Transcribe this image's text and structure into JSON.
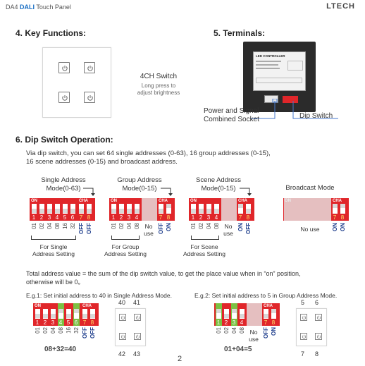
{
  "header": {
    "model": "DA4",
    "dali": "DALI",
    "product": "Touch Panel",
    "brand": "LTECH"
  },
  "key_functions": {
    "title": "4. Key Functions:",
    "label": "4CH Switch",
    "hint_line1": "Long press to",
    "hint_line2": "adjust brightness"
  },
  "terminals": {
    "title": "5. Terminals:",
    "device_label": "LED CONTROLLER",
    "socket_line1": "Power and Signal",
    "socket_line2": "Combined Socket",
    "dip_label": "Dip Switch"
  },
  "dip_operation": {
    "title": "6. Dip Switch Operation:",
    "intro_line1": "Via dip switch, you can set 64 single addresses (0-63), 16 group addresses (0-15),",
    "intro_line2": "16 scene addresses (0-15) and broadcast address.",
    "on": "ON",
    "cha": "CHA",
    "single": {
      "title1": "Single Address",
      "title2": "Mode(0-63)",
      "labels": [
        "01",
        "02",
        "04",
        "08",
        "16",
        "32",
        "OFF",
        "OFF"
      ],
      "cap1": "For Single",
      "cap2": "Address Setting"
    },
    "group": {
      "title1": "Group Address",
      "title2": "Mode(0-15)",
      "labels": [
        "01",
        "02",
        "04",
        "08",
        "OFF",
        "ON"
      ],
      "nouse1": "No",
      "nouse2": "use",
      "cap1": "For Group",
      "cap2": "Address Setting"
    },
    "scene": {
      "title1": "Scene Address",
      "title2": "Mode(0-15)",
      "labels": [
        "01",
        "02",
        "04",
        "08",
        "ON",
        "OFF"
      ],
      "nouse1": "No",
      "nouse2": "use",
      "cap1": "For Scene",
      "cap2": "Address Setting"
    },
    "broadcast": {
      "title": "Broadcast Mode",
      "nouse": "No use",
      "labels": [
        "ON",
        "ON"
      ]
    },
    "numbers": [
      "1",
      "2",
      "3",
      "4",
      "5",
      "6",
      "7",
      "8"
    ],
    "total_line1": "Total address value = the sum of the dip switch value, to get the place value when in “on” position,",
    "total_line2": "otherwise will be 0。"
  },
  "examples": {
    "eg1": {
      "title": "E.g.1: Set initial address to 40 in Single Address Mode.",
      "labels": [
        "01",
        "02",
        "04",
        "08",
        "16",
        "32",
        "OFF",
        "OFF"
      ],
      "equation": "08+32=40",
      "addr": [
        "40",
        "41",
        "42",
        "43"
      ]
    },
    "eg2": {
      "title": "E.g.2: Set initial address to 5 in Group Address Mode.",
      "labels": [
        "01",
        "02",
        "04",
        "08",
        "OFF",
        "ON"
      ],
      "nouse1": "No",
      "nouse2": "use",
      "equation": "01+04=5",
      "addr": [
        "5",
        "6",
        "7",
        "8"
      ]
    }
  },
  "page_number": "2",
  "colors": {
    "dip_red": "#e0262a",
    "active_green": "#7bc143",
    "dali_blue": "#1a6fc4"
  }
}
